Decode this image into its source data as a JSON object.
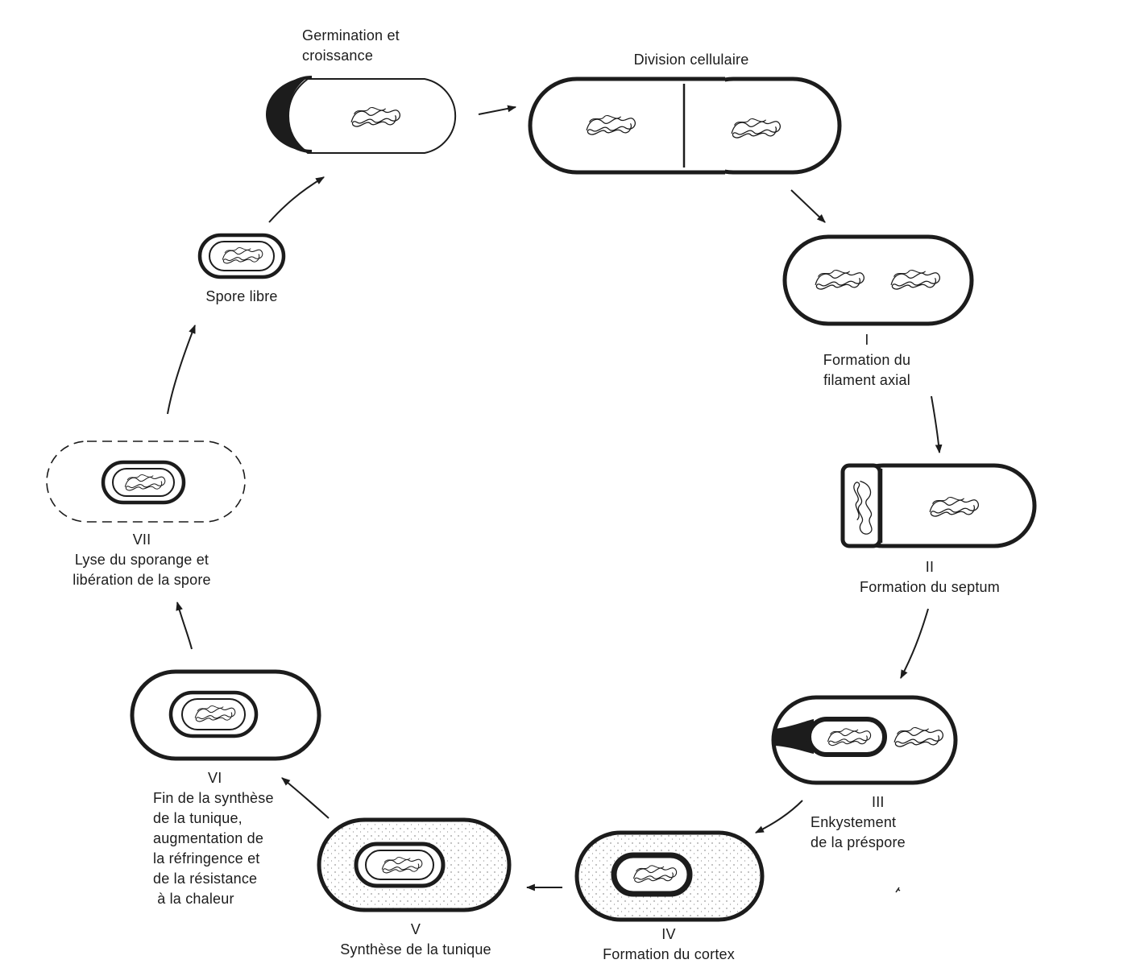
{
  "colors": {
    "ink": "#1c1c1c",
    "background": "#ffffff"
  },
  "stages": {
    "germination": {
      "lines": [
        "Germination et",
        "croissance"
      ]
    },
    "division": {
      "lines": [
        "Division cellulaire"
      ]
    },
    "stage1": {
      "numeral": "I",
      "lines": [
        "Formation du",
        "filament axial"
      ]
    },
    "stage2": {
      "numeral": "II",
      "lines": [
        "Formation du septum"
      ]
    },
    "stage3": {
      "numeral": "III",
      "lines": [
        "Enkystement",
        "de la préspore"
      ]
    },
    "stage4": {
      "numeral": "IV",
      "lines": [
        "Formation du cortex"
      ]
    },
    "stage5": {
      "numeral": "V",
      "lines": [
        "Synthèse de la tunique"
      ]
    },
    "stage6": {
      "numeral": "VI",
      "lines": [
        "Fin de la synthèse",
        "de la tunique,",
        "augmentation de",
        "la réfringence et",
        "de la résistance",
        " à la chaleur"
      ]
    },
    "stage7": {
      "numeral": "VII",
      "lines": [
        "Lyse du sporange et",
        "libération de la spore"
      ]
    },
    "spore": {
      "lines": [
        "Spore libre"
      ]
    }
  }
}
